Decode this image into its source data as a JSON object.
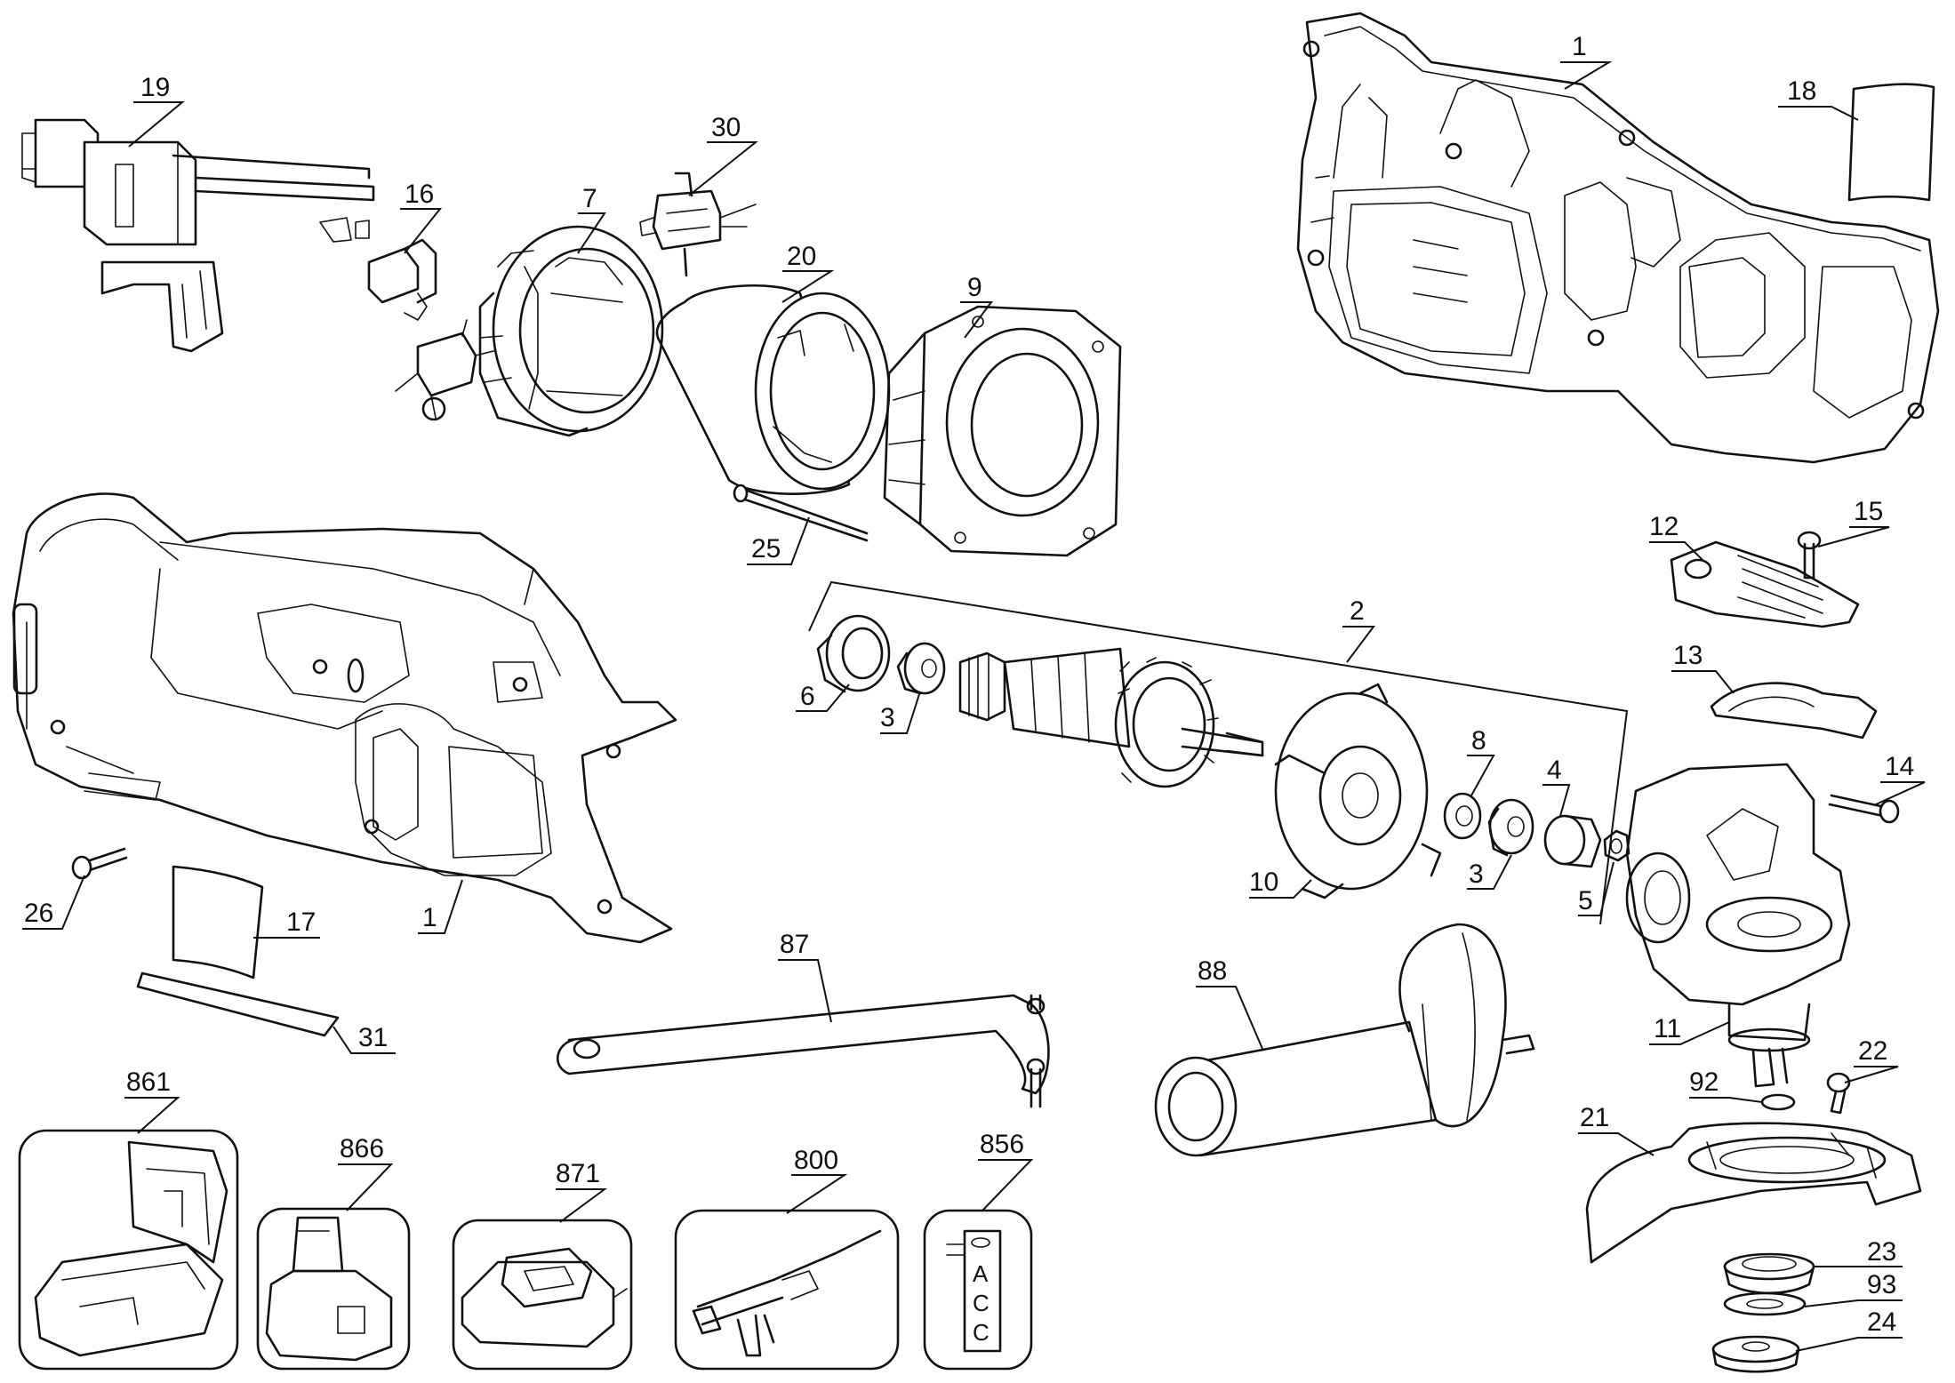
{
  "diagram": {
    "labels": {
      "p1_top": "1",
      "p18": "18",
      "p19": "19",
      "p30": "30",
      "p16": "16",
      "p7": "7",
      "p20": "20",
      "p9": "9",
      "p25": "25",
      "p12": "12",
      "p15": "15",
      "p13": "13",
      "p2": "2",
      "p6": "6",
      "p3a": "3",
      "p8": "8",
      "p4": "4",
      "p3b": "3",
      "p5": "5",
      "p10": "10",
      "p14": "14",
      "p11": "11",
      "p22": "22",
      "p92": "92",
      "p21": "21",
      "p23": "23",
      "p93": "93",
      "p24": "24",
      "p26": "26",
      "p17": "17",
      "p1_bottom": "1",
      "p31": "31",
      "p87": "87",
      "p88": "88",
      "p861": "861",
      "p866": "866",
      "p871": "871",
      "p800": "800",
      "p856": "856"
    },
    "card_856_letters": [
      "A",
      "C",
      "C"
    ]
  }
}
